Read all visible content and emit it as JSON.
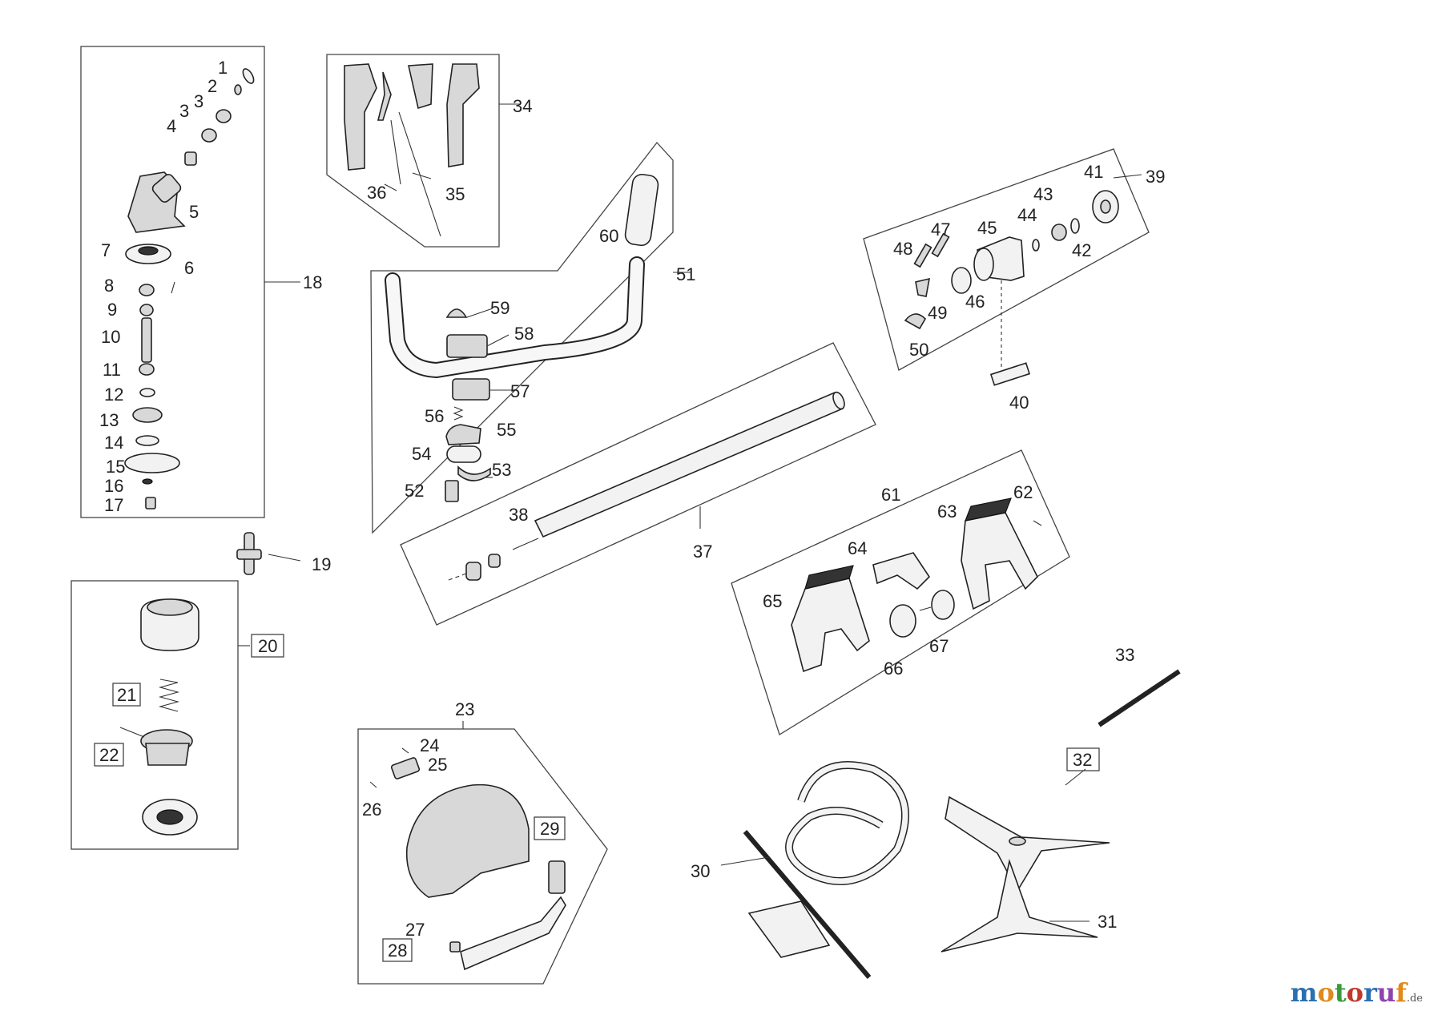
{
  "labels": {
    "p1": "1",
    "p2": "2",
    "p3a": "3",
    "p3b": "3",
    "p4": "4",
    "p5": "5",
    "p6": "6",
    "p7": "7",
    "p8": "8",
    "p9": "9",
    "p10": "10",
    "p11": "11",
    "p12": "12",
    "p13": "13",
    "p14": "14",
    "p15": "15",
    "p16": "16",
    "p17": "17",
    "p18": "18",
    "p19": "19",
    "p20": "20",
    "p21": "21",
    "p22": "22",
    "p23": "23",
    "p24": "24",
    "p25": "25",
    "p26": "26",
    "p27": "27",
    "p28": "28",
    "p29": "29",
    "p30": "30",
    "p31": "31",
    "p32": "32",
    "p33": "33",
    "p34": "34",
    "p35": "35",
    "p36": "36",
    "p37": "37",
    "p38": "38",
    "p39": "39",
    "p40": "40",
    "p41": "41",
    "p42": "42",
    "p43": "43",
    "p44": "44",
    "p45": "45",
    "p46": "46",
    "p47": "47",
    "p48": "48",
    "p49": "49",
    "p50": "50",
    "p51": "51",
    "p52": "52",
    "p53": "53",
    "p54": "54",
    "p55": "55",
    "p56": "56",
    "p57": "57",
    "p58": "58",
    "p59": "59",
    "p60": "60",
    "p61": "61",
    "p62": "62",
    "p63": "63",
    "p64": "64",
    "p65": "65",
    "p66": "66",
    "p67": "67"
  },
  "watermark": {
    "letters": [
      "m",
      "o",
      "t",
      "o",
      "r",
      "u",
      "f"
    ],
    "letter_colors": [
      "#2a6fb0",
      "#e08a1e",
      "#3a9a3a",
      "#c0392b",
      "#2a6fb0",
      "#8e44ad",
      "#e08a1e"
    ],
    "suffix": ".de"
  }
}
